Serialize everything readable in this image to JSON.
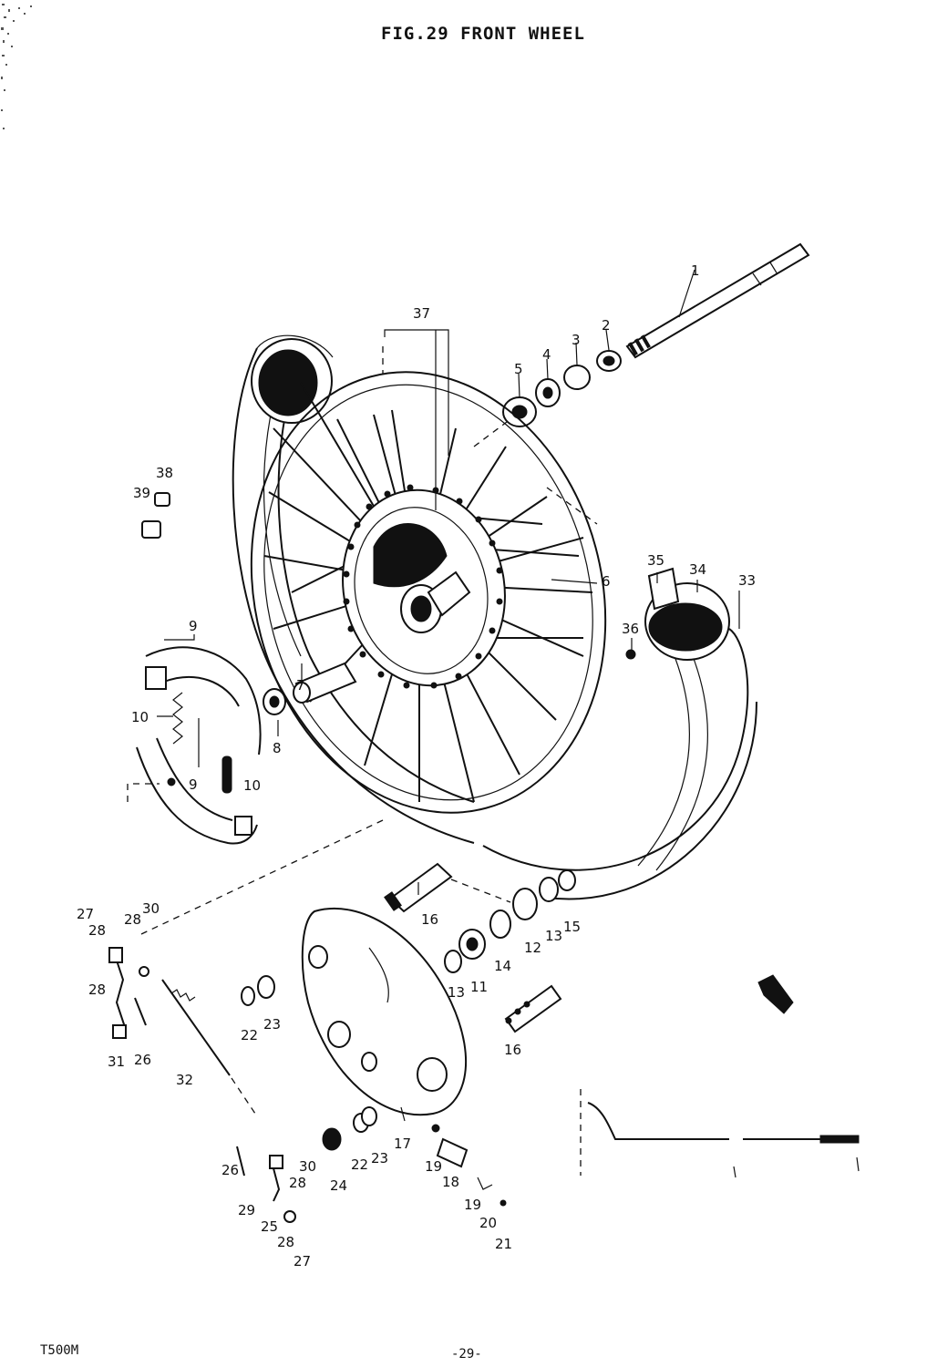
{
  "header": {
    "figure_title": "FIG.29  FRONT WHEEL",
    "model": "T500M",
    "page_number": "-29-"
  },
  "callouts": [
    {
      "id": "c1",
      "text": "1"
    },
    {
      "id": "c2",
      "text": "2"
    },
    {
      "id": "c3",
      "text": "3"
    },
    {
      "id": "c4",
      "text": "4"
    },
    {
      "id": "c5",
      "text": "5"
    },
    {
      "id": "c6",
      "text": "6"
    },
    {
      "id": "c7",
      "text": "7"
    },
    {
      "id": "c8",
      "text": "8"
    },
    {
      "id": "c9a",
      "text": "9"
    },
    {
      "id": "c9b",
      "text": "9"
    },
    {
      "id": "c10a",
      "text": "10"
    },
    {
      "id": "c10b",
      "text": "10"
    },
    {
      "id": "c11",
      "text": "11"
    },
    {
      "id": "c12",
      "text": "12"
    },
    {
      "id": "c13a",
      "text": "13"
    },
    {
      "id": "c13b",
      "text": "13"
    },
    {
      "id": "c14",
      "text": "14"
    },
    {
      "id": "c15",
      "text": "15"
    },
    {
      "id": "c16a",
      "text": "16"
    },
    {
      "id": "c16b",
      "text": "16"
    },
    {
      "id": "c17",
      "text": "17"
    },
    {
      "id": "c18",
      "text": "18"
    },
    {
      "id": "c19a",
      "text": "19"
    },
    {
      "id": "c19b",
      "text": "19"
    },
    {
      "id": "c20",
      "text": "20"
    },
    {
      "id": "c21",
      "text": "21"
    },
    {
      "id": "c22a",
      "text": "22"
    },
    {
      "id": "c22b",
      "text": "22"
    },
    {
      "id": "c23a",
      "text": "23"
    },
    {
      "id": "c23b",
      "text": "23"
    },
    {
      "id": "c24",
      "text": "24"
    },
    {
      "id": "c25",
      "text": "25"
    },
    {
      "id": "c26a",
      "text": "26"
    },
    {
      "id": "c26b",
      "text": "26"
    },
    {
      "id": "c27a",
      "text": "27"
    },
    {
      "id": "c27b",
      "text": "27"
    },
    {
      "id": "c28a",
      "text": "28"
    },
    {
      "id": "c28b",
      "text": "28"
    },
    {
      "id": "c28c",
      "text": "28"
    },
    {
      "id": "c28d",
      "text": "28"
    },
    {
      "id": "c28e",
      "text": "28"
    },
    {
      "id": "c29",
      "text": "29"
    },
    {
      "id": "c30a",
      "text": "30"
    },
    {
      "id": "c30b",
      "text": "30"
    },
    {
      "id": "c31",
      "text": "31"
    },
    {
      "id": "c32",
      "text": "32"
    },
    {
      "id": "c33",
      "text": "33"
    },
    {
      "id": "c34",
      "text": "34"
    },
    {
      "id": "c35",
      "text": "35"
    },
    {
      "id": "c36",
      "text": "36"
    },
    {
      "id": "c37",
      "text": "37"
    },
    {
      "id": "c38",
      "text": "38"
    },
    {
      "id": "c39",
      "text": "39"
    }
  ]
}
